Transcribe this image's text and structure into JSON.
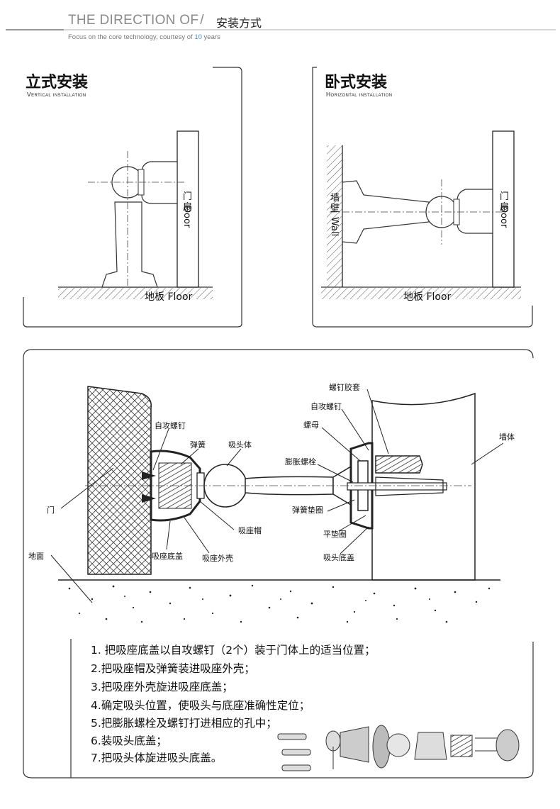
{
  "header": {
    "title": "THE DIRECTION OF",
    "slash": "/",
    "title_cn": "安装方式",
    "subtitle_prefix": "Focus on the core technology, courtesy of ",
    "subtitle_accent": "10",
    "subtitle_suffix": " years",
    "accent_color": "#3f8fd8"
  },
  "vertical": {
    "title": "立式安装",
    "subtitle": "Vertical installation",
    "door_cn": "门扇",
    "door_en": "Door",
    "floor": "地板 Floor"
  },
  "horizontal": {
    "title": "卧式安装",
    "subtitle": "Horizontal installation",
    "wall_cn": "墙壁",
    "wall_en": "Wall",
    "door_cn": "门扇",
    "door_en": "Door",
    "floor": "地板 Floor"
  },
  "diagram": {
    "labels": {
      "self_tap_screw_left": "自攻螺钉",
      "spring": "弹簧",
      "head_body": "吸头体",
      "door": "门",
      "seat_cap": "吸座帽",
      "seat_base_cover": "吸座底盖",
      "seat_shell": "吸座外壳",
      "ground": "地面",
      "screw_sleeve": "螺钉胶套",
      "self_tap_screw_right": "自攻螺钉",
      "nut": "螺母",
      "expansion_bolt": "膨胀螺栓",
      "spring_washer": "弹簧垫圈",
      "flat_washer": "平垫圈",
      "head_base_cover": "吸头底盖",
      "wall_body": "墙体"
    }
  },
  "steps": [
    "1. 把吸座底盖以自攻螺钉（2个）装于门体上的适当位置；",
    "2.把吸座帽及弹簧装进吸座外壳；",
    "3.把吸座外壳旋进吸座底盖；",
    "4.确定吸头位置，使吸头与底座准确性定位；",
    "5.把膨胀螺栓及螺钉打进相应的孔中；",
    "6.装吸头底盖；",
    "7.把吸头体旋进吸头底盖。"
  ]
}
